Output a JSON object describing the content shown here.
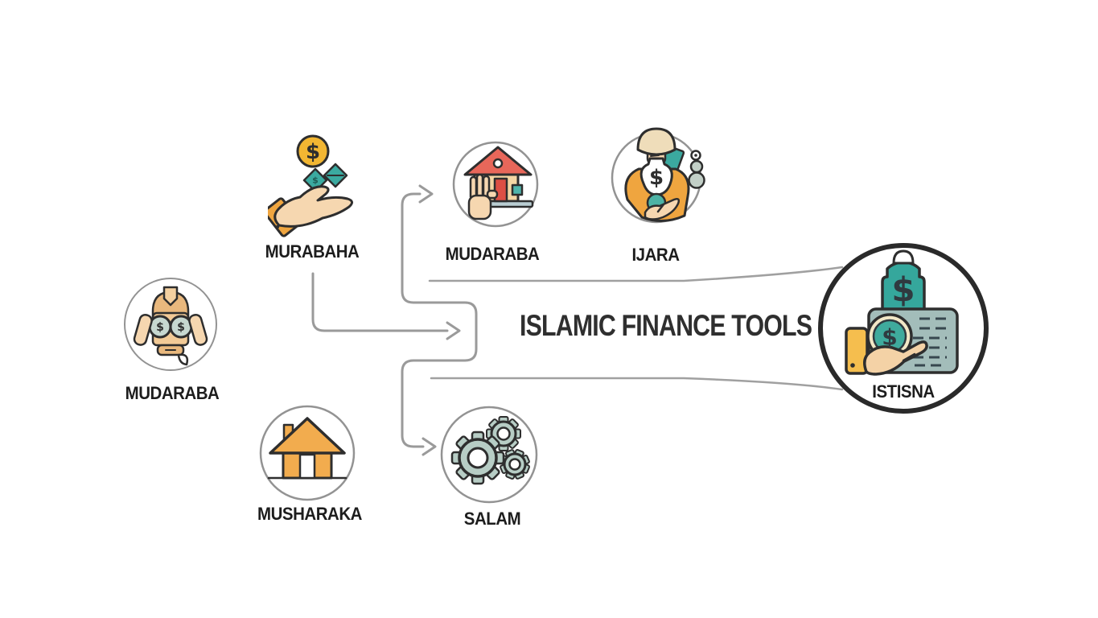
{
  "title": "ISLAMIC FINANCE TOOLS",
  "currency": "$",
  "nodes": {
    "murabaha": {
      "label": "MURABAHA",
      "icon": "hand-coin-gems-icon"
    },
    "mudaraba_left": {
      "label": "MUDARABA",
      "icon": "binoculars-money-icon"
    },
    "mudaraba_top": {
      "label": "MUDARABA",
      "icon": "house-hand-icon"
    },
    "ijara": {
      "label": "IJARA",
      "icon": "person-money-bag-icon"
    },
    "musharaka": {
      "label": "MUSHARAKA",
      "icon": "house-icon"
    },
    "salam": {
      "label": "SALAM",
      "icon": "gears-icon"
    },
    "istisna": {
      "label": "ISTISNA",
      "icon": "contract-money-hand-icon"
    }
  },
  "colors": {
    "teal": "#35A79C",
    "gold": "#F2B632",
    "orange": "#EFA53F",
    "house_orange": "#F2AC4E",
    "cuff_gold": "#F5BE4E",
    "skin": "#F6D7B0",
    "head_tan": "#E9B87D",
    "roof_red": "#E8675A",
    "door_red": "#DD4F44",
    "wall_tan": "#F4D6A4",
    "window_teal": "#4FB5AC",
    "gear_green": "#B7CDC5",
    "document_gray": "#A3BDBA",
    "dash_slate": "#37474F",
    "coin_ring_cream": "#F2E7C6",
    "connector_gray": "#9A9A9A",
    "node_circle_gray": "#939393",
    "big_circle_black": "#2A2A2A",
    "outline_dark": "#2E2E2E",
    "label_text": "#1D1D1D",
    "title_text": "#2F2F2F",
    "background": "#FFFFFF"
  }
}
